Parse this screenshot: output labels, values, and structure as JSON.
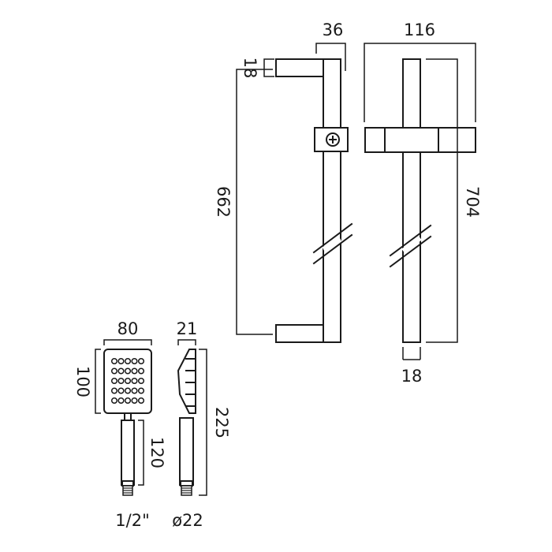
{
  "dimensions": {
    "riser_depth": "36",
    "riser_bracket_span": "116",
    "bracket_height": "18",
    "fixing_centres": "662",
    "rail_length": "704",
    "rail_diameter": "18",
    "handset_width": "80",
    "handset_depth": "21",
    "handset_head_height": "100",
    "handle_length": "120",
    "handset_length": "225",
    "thread_size": "1/2\"",
    "handle_diameter": "ø22"
  }
}
